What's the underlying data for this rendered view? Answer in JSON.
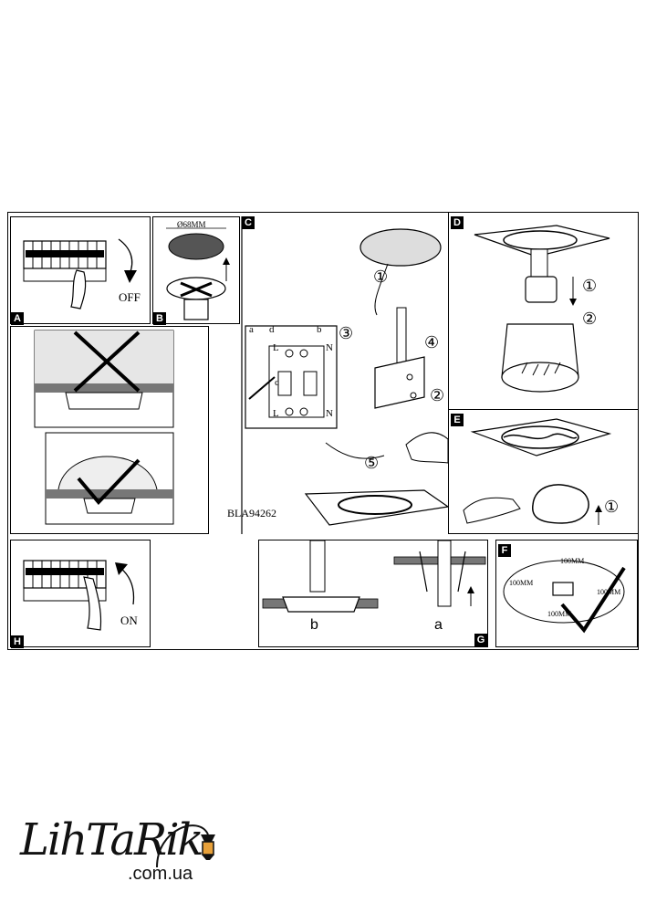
{
  "panels": {
    "A": {
      "tag": "A",
      "text": "OFF"
    },
    "B": {
      "tag": "B",
      "dimension": "Ø68MM"
    },
    "C": {
      "tag": "C",
      "model": "BLA94262",
      "callouts": [
        "a",
        "d",
        "b",
        "c"
      ],
      "terminals": {
        "left": "L",
        "right": "N"
      },
      "steps": [
        "①",
        "②",
        "③",
        "④",
        "⑤"
      ]
    },
    "D": {
      "tag": "D",
      "steps": [
        "①",
        "②"
      ]
    },
    "E": {
      "tag": "E",
      "steps": [
        "①"
      ]
    },
    "F": {
      "tag": "F",
      "clearance": "100MM"
    },
    "G": {
      "tag": "G",
      "label_a": "a",
      "label_b": "b"
    },
    "H": {
      "tag": "H",
      "text": "ON"
    }
  },
  "logo": {
    "main": "LihTaRik",
    "domain": ".com.ua"
  },
  "colors": {
    "ink": "#000000",
    "paper": "#ffffff",
    "lamp": "#e8a13a"
  }
}
